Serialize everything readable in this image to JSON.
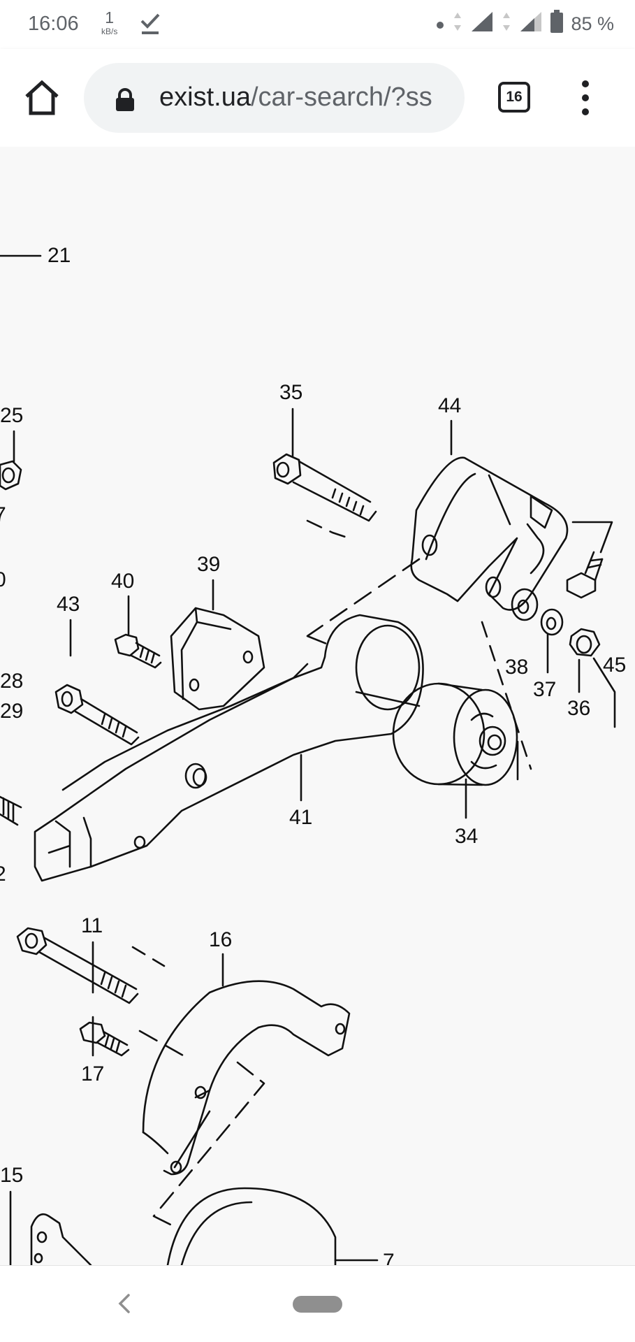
{
  "status_bar": {
    "time": "16:06",
    "net_speed_value": "1",
    "net_speed_unit": "kB/s",
    "battery": "85 %"
  },
  "browser": {
    "url_host": "exist.ua",
    "url_path": "/car-search/?ss",
    "tab_count": "16"
  },
  "diagram": {
    "part_labels": [
      "21",
      "35",
      "44",
      "25",
      "7",
      "0",
      "40",
      "39",
      "43",
      "28",
      "29",
      "38",
      "37",
      "45",
      "36",
      "41",
      "34",
      "2",
      "11",
      "16",
      "17",
      "15",
      "7"
    ]
  },
  "icons": {
    "home": "home-icon",
    "lock": "lock-icon",
    "menu": "more-vert-icon",
    "back": "back-chevron-icon",
    "download_done": "check-icon"
  }
}
